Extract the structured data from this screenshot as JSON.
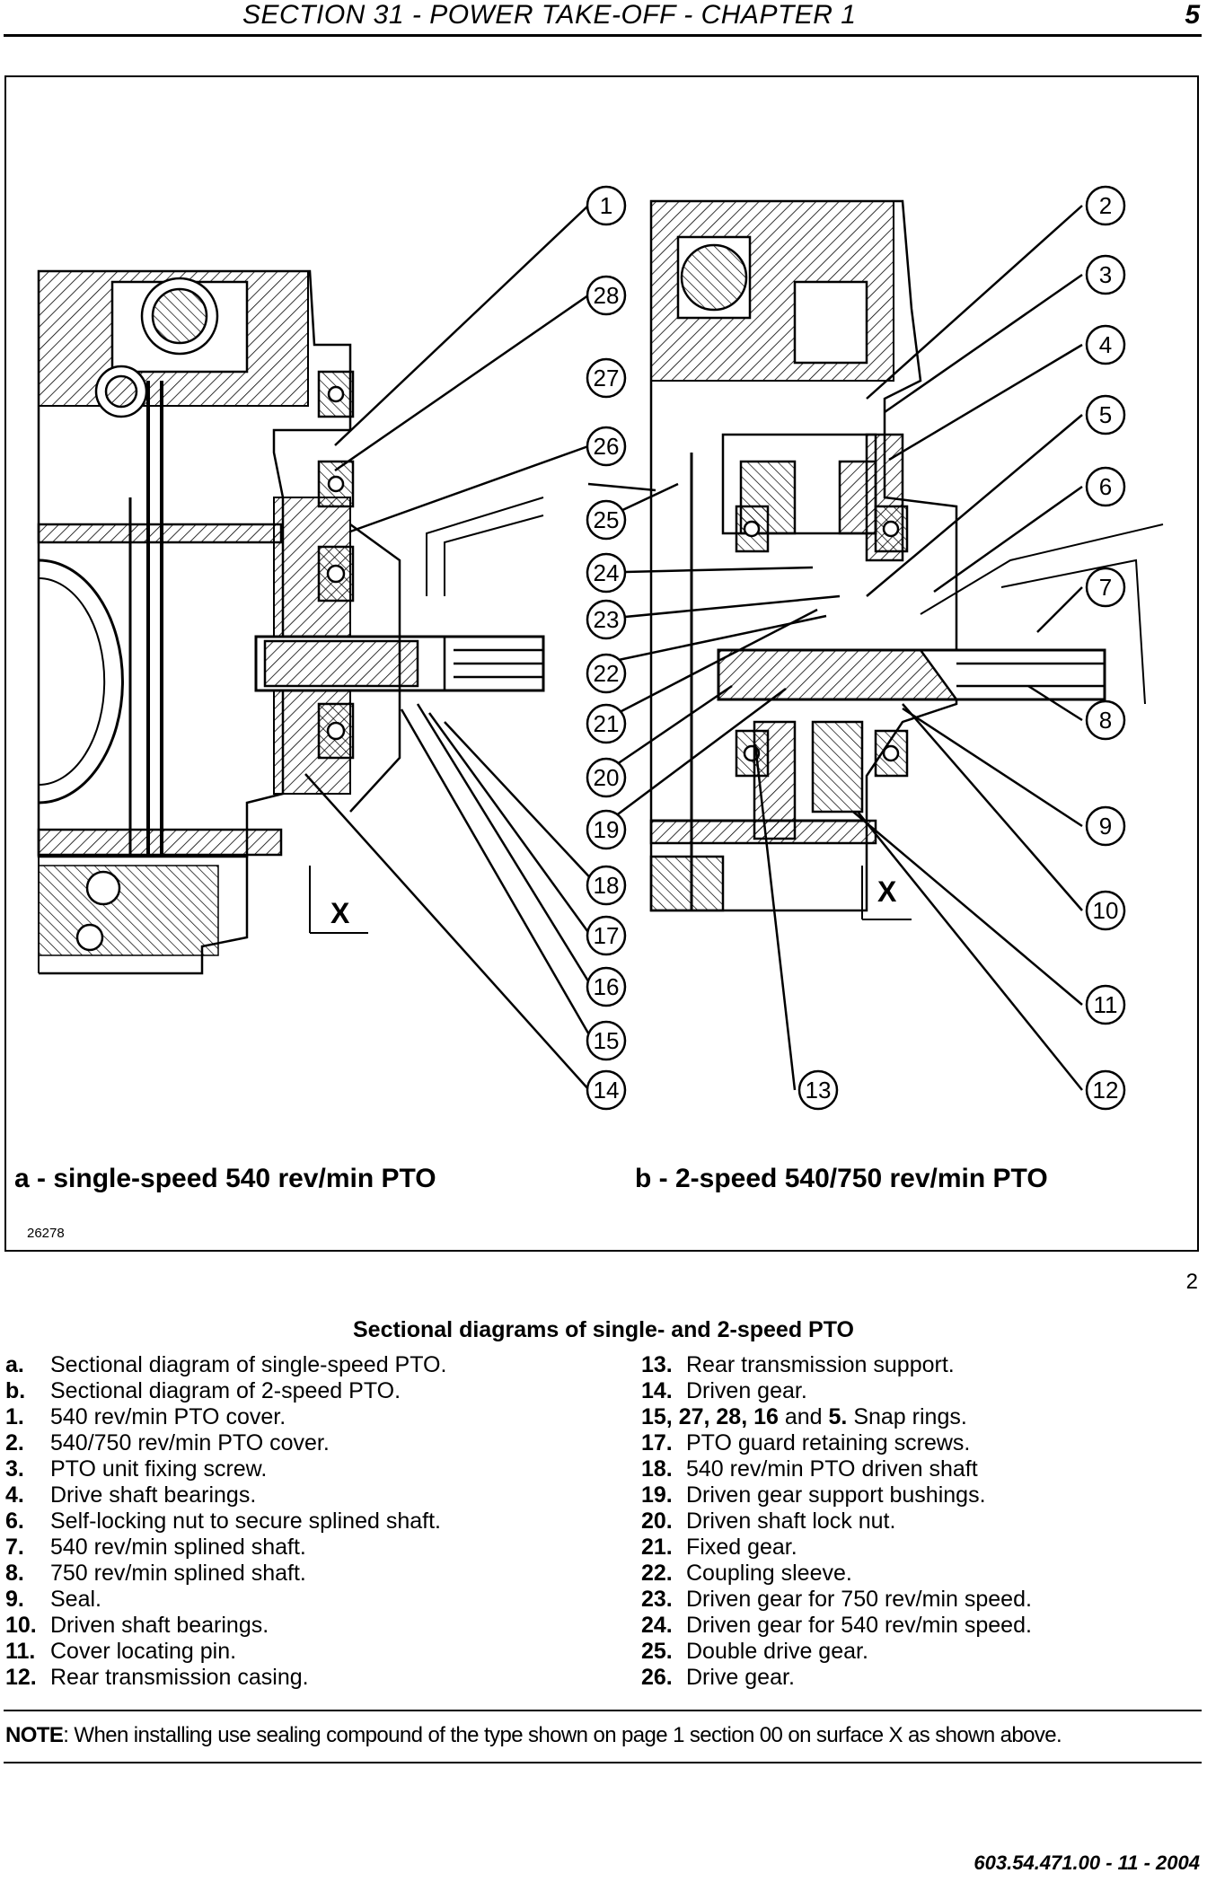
{
  "header": {
    "title": "SECTION 31 - POWER TAKE-OFF - CHAPTER 1",
    "page_number": "5"
  },
  "figure": {
    "callouts": [
      "1",
      "2",
      "3",
      "4",
      "5",
      "6",
      "7",
      "8",
      "9",
      "10",
      "11",
      "12",
      "13",
      "14",
      "15",
      "16",
      "17",
      "18",
      "19",
      "20",
      "21",
      "22",
      "23",
      "24",
      "25",
      "26",
      "27",
      "28"
    ],
    "surface_marker_left": "X",
    "surface_marker_right": "X",
    "caption_a": "a - single-speed 540 rev/min PTO",
    "caption_b": "b - 2-speed 540/750 rev/min PTO",
    "code": "26278",
    "number": "2"
  },
  "legend": {
    "title": "Sectional diagrams of single- and 2-speed PTO",
    "left": [
      {
        "key": "a.",
        "text": "Sectional diagram of single-speed PTO."
      },
      {
        "key": "b.",
        "text": "Sectional diagram of 2-speed PTO."
      },
      {
        "key": "1.",
        "text": "540 rev/min PTO cover."
      },
      {
        "key": "2.",
        "text": "540/750 rev/min PTO cover."
      },
      {
        "key": "3.",
        "text": "PTO unit fixing screw."
      },
      {
        "key": "4.",
        "text": "Drive shaft bearings."
      },
      {
        "key": "6.",
        "text": "Self-locking nut to secure splined shaft."
      },
      {
        "key": "7.",
        "text": "540 rev/min splined shaft."
      },
      {
        "key": "8.",
        "text": "750 rev/min splined shaft."
      },
      {
        "key": "9.",
        "text": "Seal."
      },
      {
        "key": "10.",
        "text": "Driven shaft bearings."
      },
      {
        "key": "11.",
        "text": "Cover locating pin."
      },
      {
        "key": "12.",
        "text": "Rear transmission casing."
      }
    ],
    "right": [
      {
        "key": "13.",
        "text": "Rear transmission support."
      },
      {
        "key": "14.",
        "text": "Driven gear."
      },
      {
        "key": "15, 27, 28, 16",
        "mid": " and ",
        "key2": "5.",
        "text": "Snap rings."
      },
      {
        "key": "17.",
        "text": "PTO guard retaining screws."
      },
      {
        "key": "18.",
        "text": "540 rev/min PTO driven shaft"
      },
      {
        "key": "19.",
        "text": "Driven gear support bushings."
      },
      {
        "key": "20.",
        "text": "Driven shaft lock nut."
      },
      {
        "key": "21.",
        "text": "Fixed gear."
      },
      {
        "key": "22.",
        "text": "Coupling sleeve."
      },
      {
        "key": "23.",
        "text": "Driven gear for 750 rev/min speed."
      },
      {
        "key": "24.",
        "text": "Driven gear for 540 rev/min speed."
      },
      {
        "key": "25.",
        "text": "Double drive gear."
      },
      {
        "key": "26.",
        "text": "Drive gear."
      }
    ]
  },
  "note": {
    "label": "NOTE",
    "text": ": When installing use sealing compound of the type shown on page 1 section 00 on surface X as shown above."
  },
  "footer": {
    "doc_ref": "603.54.471.00 - 11 - 2004"
  }
}
